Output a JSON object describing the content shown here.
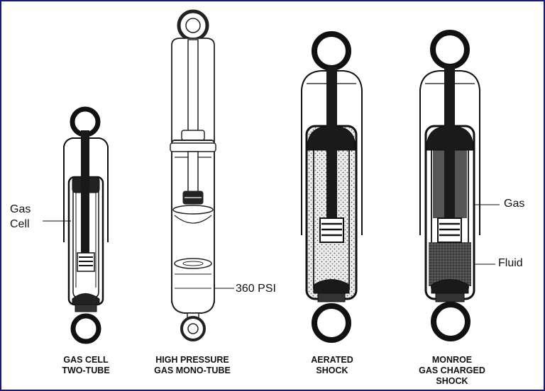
{
  "colors": {
    "frame": "#1a1a78",
    "ink": "#111111",
    "fluid": "#555555",
    "aerated": "#d8d8d8"
  },
  "shocks": [
    {
      "line1": "GAS CELL",
      "line2": "TWO-TUBE"
    },
    {
      "line1": "HIGH PRESSURE",
      "line2": "GAS MONO-TUBE"
    },
    {
      "line1": "AERATED",
      "line2": "SHOCK"
    },
    {
      "line1": "MONROE",
      "line2": "GAS CHARGED",
      "line3": "SHOCK"
    }
  ],
  "callouts": {
    "gas_cell_1": "Gas",
    "gas_cell_2": "Cell",
    "pressure": "360 PSI",
    "gas": "Gas",
    "fluid": "Fluid"
  }
}
